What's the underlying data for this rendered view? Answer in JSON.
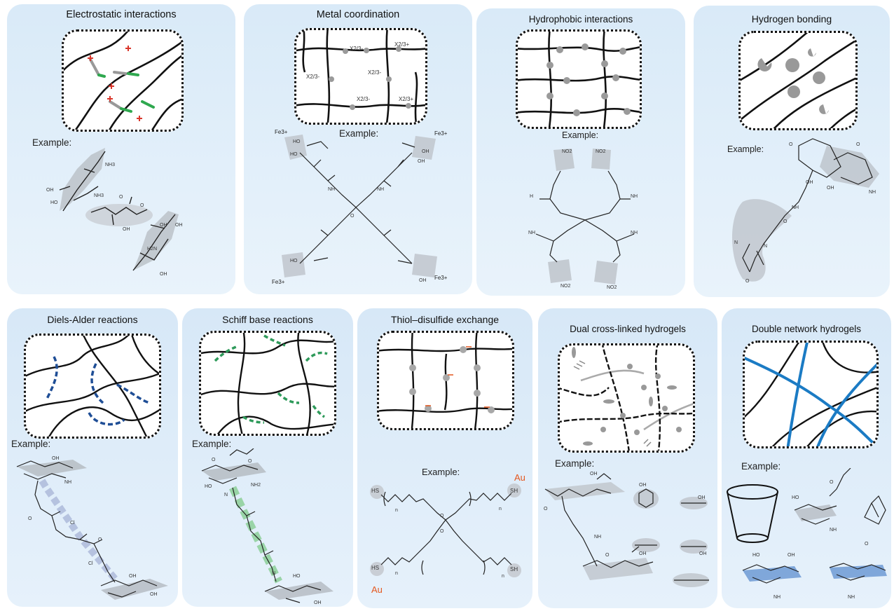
{
  "panels": {
    "electrostatic": {
      "title": "Electrostatic interactions",
      "example": "Example:"
    },
    "metal": {
      "title": "Metal coordination",
      "example": "Example:",
      "ion_labels": [
        "Fe3+",
        "Fe3+",
        "Fe3+",
        "Fe3+"
      ],
      "network_labels": [
        "X2/3-",
        "X2/3+",
        "X2/3-",
        "X2/3-",
        "X2/3-",
        "X2/3+"
      ]
    },
    "hydrophobic": {
      "title": "Hydrophobic interactions",
      "example": "Example:"
    },
    "hbond": {
      "title": "Hydrogen bonding",
      "example": "Example:"
    },
    "diels": {
      "title": "Diels-Alder reactions",
      "example": "Example:"
    },
    "schiff": {
      "title": "Schiff base reactions",
      "example": "Example:"
    },
    "thiol": {
      "title": "Thiol–disulfide exchange",
      "example": "Example:",
      "au_labels": [
        "Au",
        "Au"
      ],
      "sh_labels": [
        "HS",
        "SH",
        "HS",
        "SH"
      ]
    },
    "dual": {
      "title": "Dual cross-linked hydrogels",
      "example": "Example:"
    },
    "double": {
      "title": "Double network hydrogels",
      "example": "Example:"
    }
  },
  "colors": {
    "panel_bg_top": "#dcebf8",
    "panel_bg_bottom": "#d6e7f6",
    "diels_dash": "#1f4e96",
    "schiff_dash": "#2e9a5a",
    "double_blue": "#1b7bc4",
    "electro_plus": "#d9362b",
    "electro_green": "#2fa84f",
    "au_orange": "#e4571e"
  }
}
